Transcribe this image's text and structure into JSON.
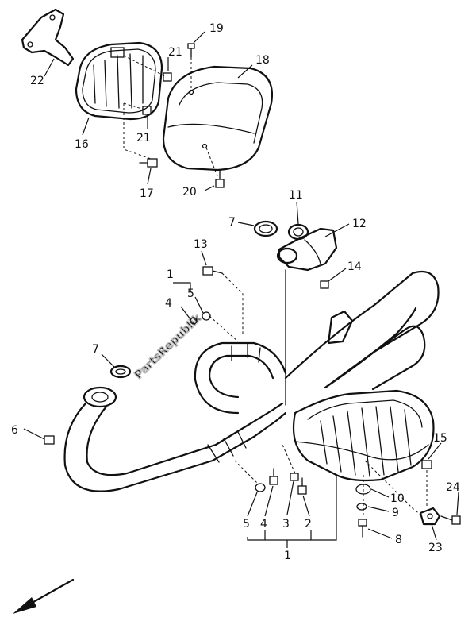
{
  "diagram": {
    "watermark": "PartsRepublik",
    "callouts": [
      "1",
      "2",
      "3",
      "4",
      "5",
      "6",
      "7",
      "8",
      "9",
      "10",
      "11",
      "12",
      "13",
      "14",
      "15",
      "16",
      "17",
      "18",
      "19",
      "20",
      "21",
      "22",
      "23",
      "24"
    ]
  }
}
